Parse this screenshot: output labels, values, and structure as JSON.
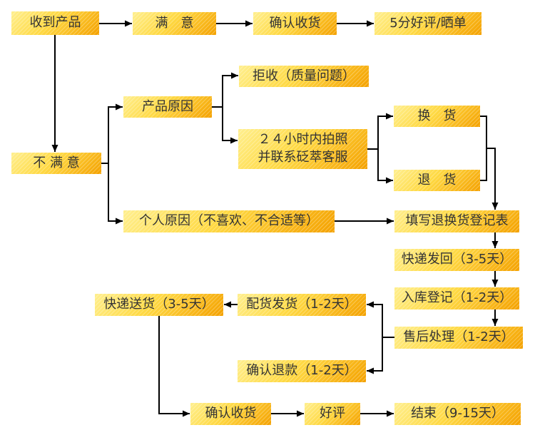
{
  "diagram": {
    "background": "#ffffff",
    "colors": {
      "box_gradient_light": "#ffef8e",
      "box_gradient_mid": "#ffd943",
      "box_gradient_dark": "#f4a100",
      "box_stripe": "rgba(255,255,255,0.28)",
      "text": "#333333",
      "connector": "#000000"
    },
    "nodes": {
      "receive_product": {
        "label": "收到产品"
      },
      "satisfied": {
        "label": "满　意"
      },
      "confirm_receipt_top": {
        "label": "确认收货"
      },
      "five_star_review": {
        "label": "5分好评/晒单"
      },
      "reject_quality": {
        "label": "拒收（质量问题）"
      },
      "product_reason": {
        "label": "产品原因"
      },
      "photo_contact": {
        "line1": "２４小时内拍照",
        "line2": "并联系砭萃客服"
      },
      "exchange": {
        "label": "换　货"
      },
      "return_goods": {
        "label": "退　货"
      },
      "unsatisfied": {
        "label": "不 满 意"
      },
      "personal_reason": {
        "label": "个人原因（不喜欢、不合适等）"
      },
      "fill_form": {
        "label": "填写退换货登记表"
      },
      "express_back": {
        "label": "快递发回（3-5天）"
      },
      "warehouse_register": {
        "label": "入库登记（1-2天）"
      },
      "aftersales": {
        "label": "售后处理（1-2天）"
      },
      "express_delivery": {
        "label": "快递送货（3-5天）"
      },
      "allocate_ship": {
        "label": "配货发货（1-2天）"
      },
      "confirm_refund": {
        "label": "确认退款（1-2天）"
      },
      "confirm_receipt_bottom": {
        "label": "确认收货"
      },
      "good_review": {
        "label": "好评"
      },
      "end": {
        "label": "结束（9-15天）"
      }
    }
  }
}
